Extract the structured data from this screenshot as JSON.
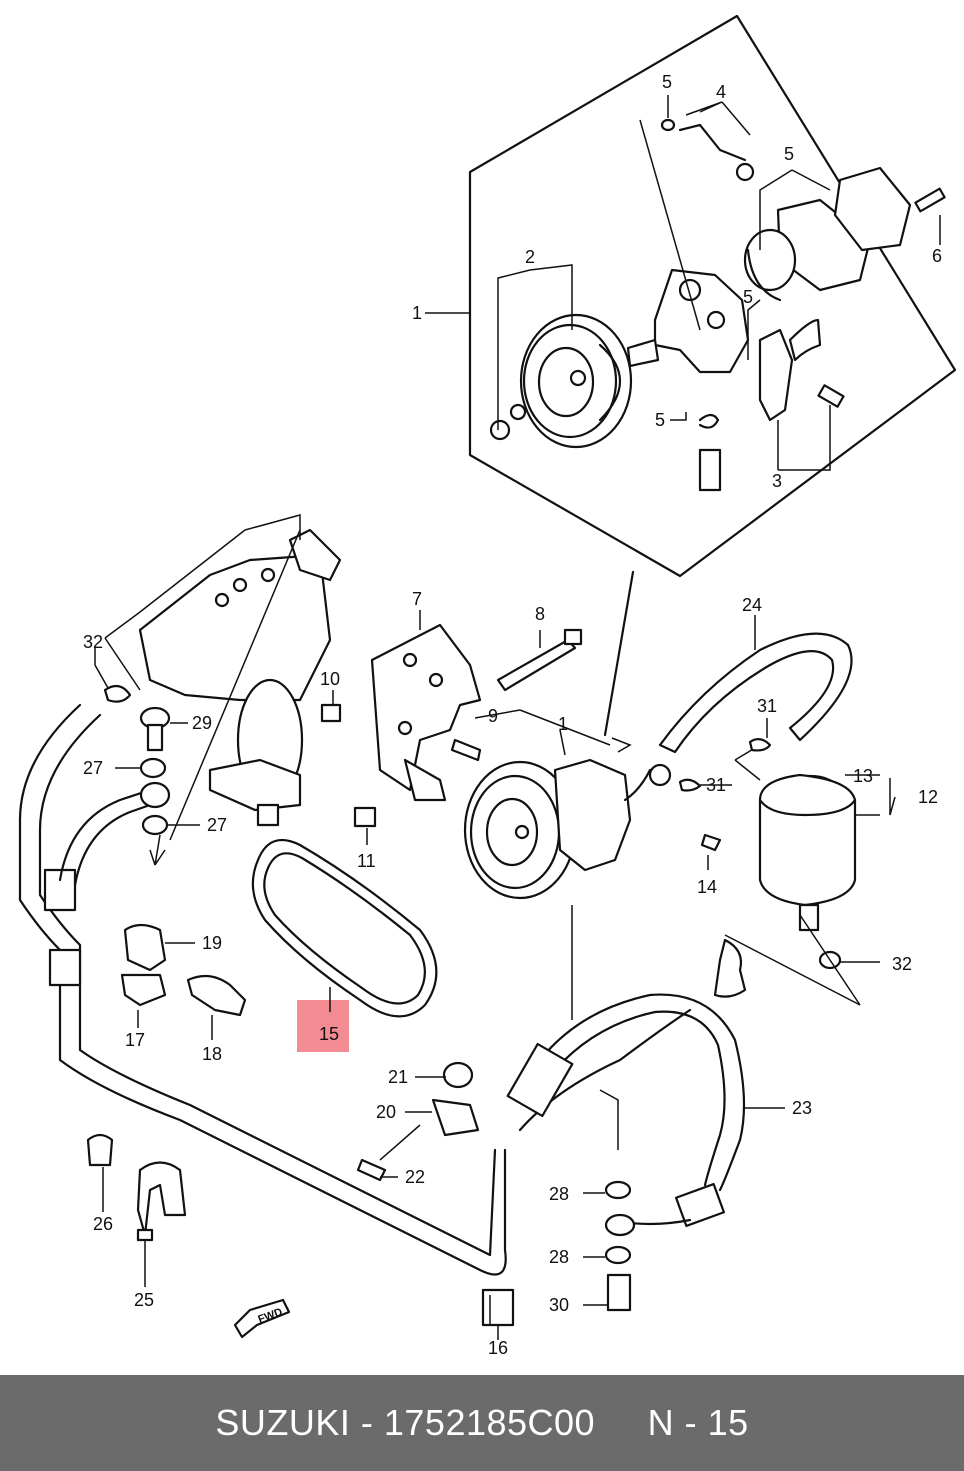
{
  "diagram": {
    "callouts": [
      "1",
      "2",
      "3",
      "4",
      "5",
      "5",
      "5",
      "5",
      "6",
      "1",
      "7",
      "8",
      "9",
      "10",
      "11",
      "12",
      "13",
      "14",
      "15",
      "16",
      "17",
      "18",
      "19",
      "20",
      "21",
      "22",
      "23",
      "24",
      "25",
      "26",
      "27",
      "27",
      "28",
      "28",
      "29",
      "30",
      "31",
      "31",
      "32",
      "32"
    ],
    "highlighted_callout": "15",
    "fwd_label": "FWD"
  },
  "footer": {
    "caption": "SUZUKI - 1752185C00     N - 15"
  },
  "colors": {
    "footer_background": "#6b6b6b",
    "highlight_fill": "#f28b92",
    "line": "#111111"
  }
}
